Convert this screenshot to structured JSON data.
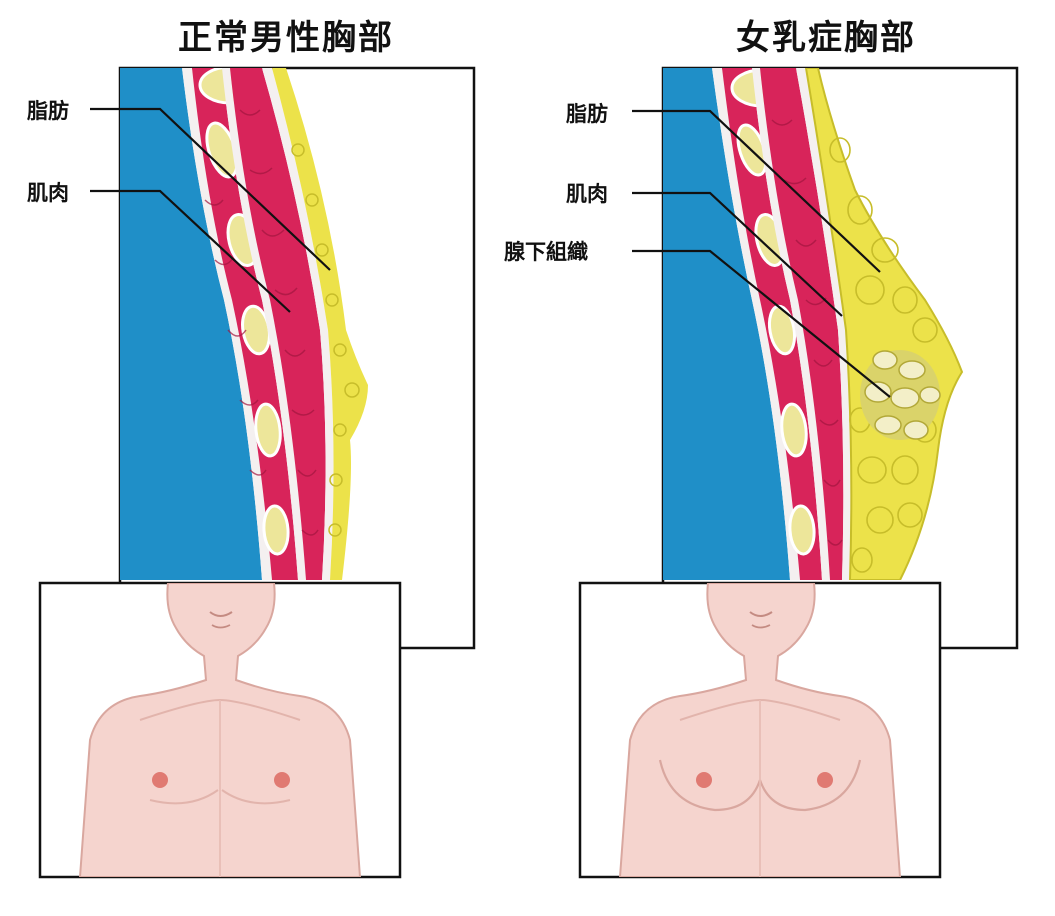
{
  "left": {
    "title": "正常男性胸部",
    "labels": {
      "fat": "脂肪",
      "muscle": "肌肉"
    }
  },
  "right": {
    "title": "女乳症胸部",
    "labels": {
      "fat": "脂肪",
      "muscle": "肌肉",
      "gland": "腺下組織"
    }
  },
  "colors": {
    "chest_wall": "#1f8fc8",
    "muscle": "#d8245a",
    "fat": "#ece24a",
    "skin": "#f5d4ce",
    "nipple": "#e07a72",
    "rib_fat": "#ede69a"
  }
}
